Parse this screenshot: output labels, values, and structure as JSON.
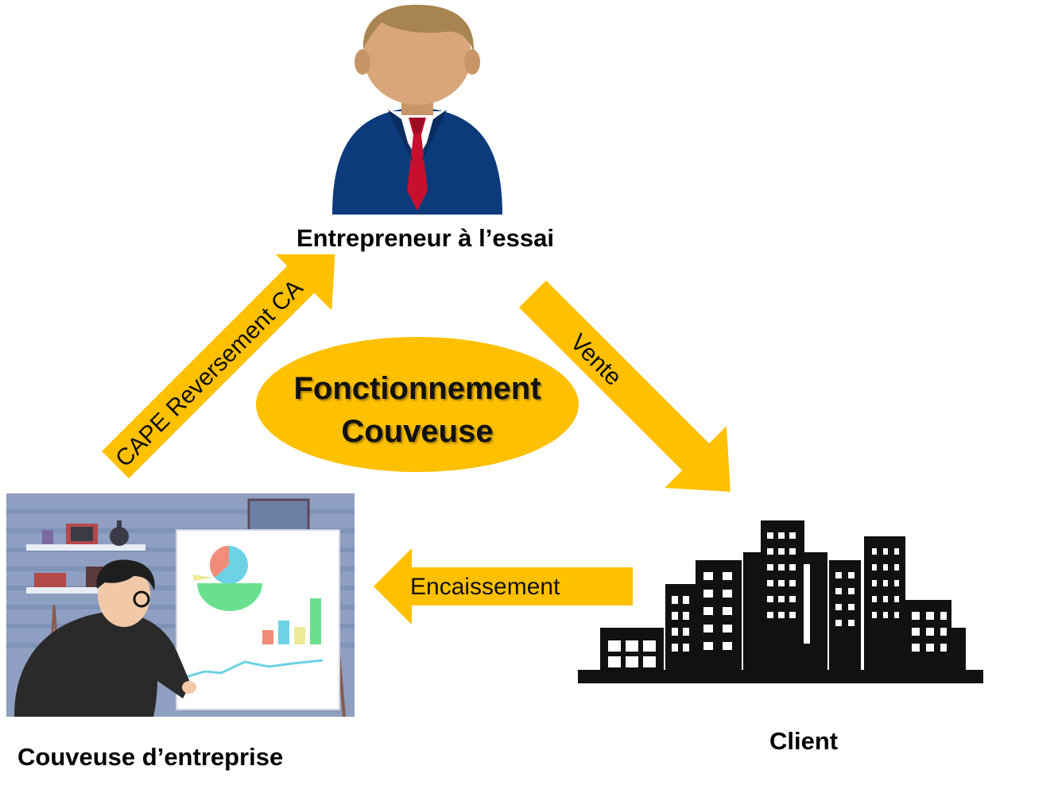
{
  "nodes": {
    "entrepreneur": {
      "label": "Entrepreneur à l’essai"
    },
    "client": {
      "label": "Client"
    },
    "couveuse": {
      "label": "Couveuse d’entreprise"
    }
  },
  "center": {
    "line1": "Fonctionnement",
    "line2": "Couveuse"
  },
  "arrows": {
    "couveuse_to_entrepreneur": "CAPE Reversement CA",
    "entrepreneur_to_client": "Vente",
    "client_to_couveuse": "Encaissement"
  },
  "colors": {
    "arrow": "#FFC000",
    "ellipse": "#FFC000",
    "suit": "#0B3B7A",
    "tie": "#C8102E",
    "skin": "#D9A679",
    "hair": "#A88550",
    "building": "#111111"
  },
  "icons": {
    "entrepreneur": "businessman-icon",
    "client": "city-buildings-icon",
    "couveuse": "presentation-office-illustration"
  }
}
